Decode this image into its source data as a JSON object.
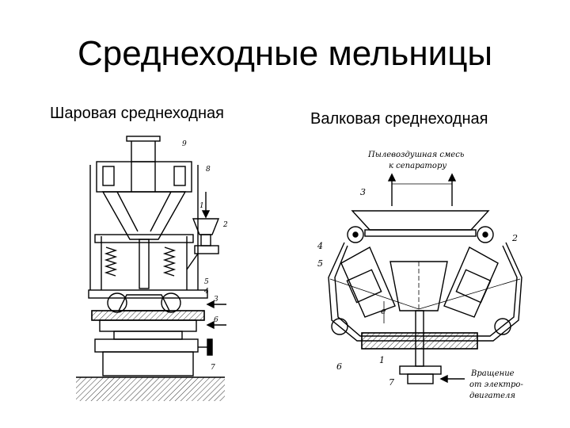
{
  "slide": {
    "title": "Среднеходные мельницы"
  },
  "left": {
    "heading": "Шаровая среднеходная",
    "callouts": [
      "9",
      "8",
      "1",
      "2",
      "5",
      "4",
      "3",
      "6",
      "7"
    ]
  },
  "right": {
    "heading": "Валковая среднеходная",
    "flow_label_line1": "Пылевоздушная смесь",
    "flow_label_line2": "к сепаратору",
    "drive_label_line1": "Вращение",
    "drive_label_line2": "от электро-",
    "drive_label_line3": "двигателя",
    "gap_label": "e",
    "callouts": [
      "3",
      "2",
      "4",
      "5",
      "6",
      "1",
      "7"
    ]
  }
}
